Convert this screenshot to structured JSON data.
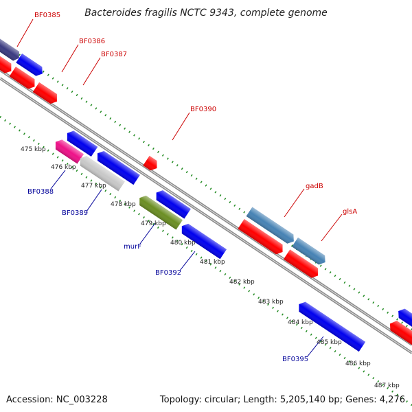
{
  "title": "Bacteroides fragilis NCTC 9343, complete genome",
  "footer": {
    "accession": "Accession: NC_003228",
    "topology": "Topology: circular; Length: 5,205,140 bp; Genes: 4,276"
  },
  "scale_labels": [
    "475 kbp",
    "476 kbp",
    "477 kbp",
    "478 kbp",
    "479 kbp",
    "480 kbp",
    "481 kbp",
    "482 kbp",
    "483 kbp",
    "484 kbp",
    "485 kbp",
    "486 kbp",
    "487 kbp"
  ],
  "gene_labels": {
    "bf0385": "BF0385",
    "bf0386": "BF0386",
    "bf0387": "BF0387",
    "bf0390": "BF0390",
    "gadb": "gadB",
    "glsa": "glsA",
    "bf0388": "BF0388",
    "bf0389": "BF0389",
    "murf": "murF",
    "bf0392": "BF0392",
    "bf0395": "BF0395"
  },
  "colors": {
    "forward_gene": "#ff0000",
    "reverse_gene": "#0000ee",
    "navy_gene": "#3a3a80",
    "pink_gene": "#ee1188",
    "grey_gene": "#c8c8c8",
    "olive_gene": "#6b8e23",
    "steel_gene": "#4682b4",
    "backbone": "#8c8c8c",
    "scale_ticks": "#228b22",
    "label_red": "#cc0000",
    "label_blue": "#000099"
  }
}
